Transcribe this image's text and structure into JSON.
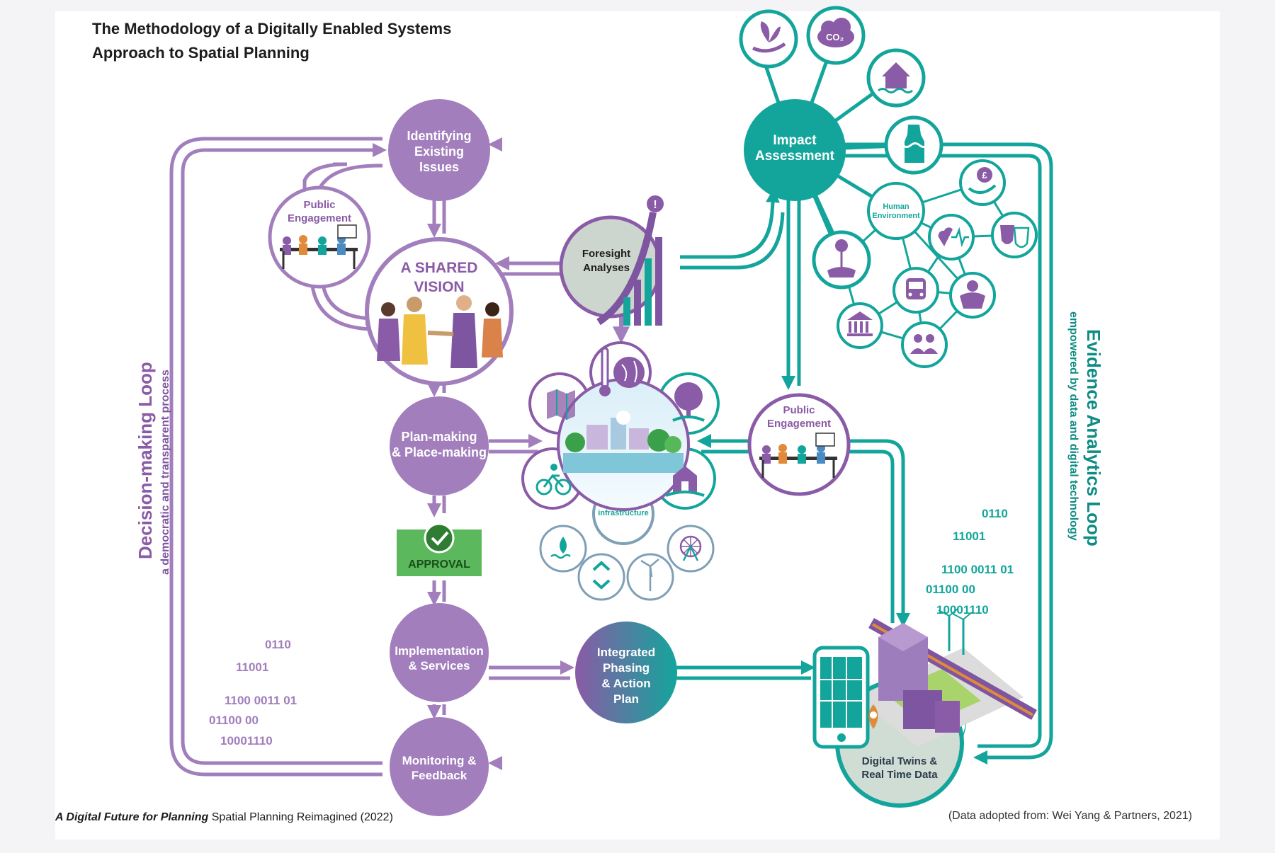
{
  "title": {
    "line1": "The Methodology of a Digitally Enabled Systems",
    "line2": "Approach to Spatial Planning"
  },
  "colors": {
    "purple": "#a27ebd",
    "purple_dark": "#7e55a0",
    "teal": "#13a59b",
    "teal_dark": "#0e8c84",
    "green": "#5cb85c",
    "background": "#ffffff"
  },
  "nodes": {
    "identifying": {
      "l1": "Identifying",
      "l2": "Existing",
      "l3": "Issues"
    },
    "public_left": {
      "l1": "Public",
      "l2": "Engagement"
    },
    "shared_vision": {
      "l1": "A SHARED",
      "l2": "VISION"
    },
    "foresight": {
      "l1": "Foresight",
      "l2": "Analyses"
    },
    "impact": {
      "l1": "Impact",
      "l2": "Assessment"
    },
    "human_env": {
      "l1": "Human",
      "l2": "Environment"
    },
    "plan_making": {
      "l1": "Plan-making",
      "l2": "& Place-making"
    },
    "infrastructure": "infrastructure",
    "public_right": {
      "l1": "Public",
      "l2": "Engagement"
    },
    "approval": "APPROVAL",
    "implementation": {
      "l1": "Implementation",
      "l2": "& Services"
    },
    "integrated": {
      "l1": "Integrated",
      "l2": "Phasing",
      "l3": "& Action",
      "l4": "Plan"
    },
    "monitoring": {
      "l1": "Monitoring &",
      "l2": "Feedback"
    },
    "digital_twins": {
      "l1": "Digital Twins &",
      "l2": "Real Time Data"
    }
  },
  "icons": [
    "plant-hand-icon",
    "co2-cloud-icon",
    "flood-house-icon",
    "water-bottle-icon",
    "pound-hand-icon",
    "heart-pulse-icon",
    "theatre-masks-icon",
    "flower-roots-icon",
    "bus-icon",
    "relax-person-icon",
    "museum-icon",
    "community-icon",
    "map-icon",
    "thermometer-icon",
    "globe-icon",
    "tree-icon",
    "bicycle-icon",
    "church-icon",
    "water-drop-icon",
    "recycle-icon",
    "wind-turbine-icon",
    "ferris-wheel-icon"
  ],
  "left_loop": {
    "title": "Decision-making Loop",
    "subtitle": "a democratic and transparent process"
  },
  "right_loop": {
    "title": "Evidence Analytics Loop",
    "subtitle": "empowered by data and digital technology"
  },
  "binary_left": [
    "0110",
    "11001",
    "1100 0011 01",
    "01100 00",
    "10001110"
  ],
  "binary_right": [
    "0110",
    "11001",
    "1100 0011 01",
    "01100 00",
    "10001110"
  ],
  "footer": {
    "italic": "A Digital Future for Planning",
    "rest": " Spatial Planning Reimagined (2022)",
    "source": "(Data adopted from: Wei Yang & Partners, 2021)"
  }
}
